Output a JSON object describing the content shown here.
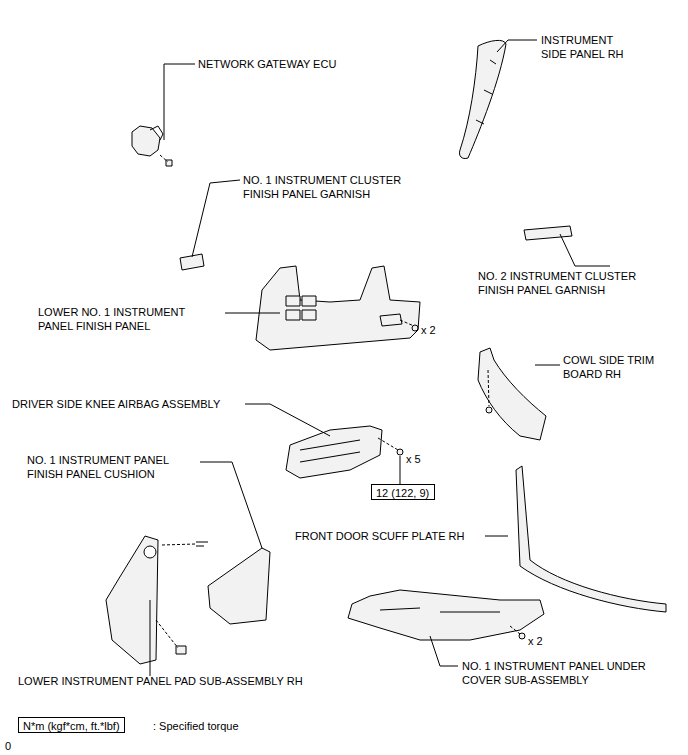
{
  "diagram": {
    "nodes": [
      {
        "text": [
          "12 (122, 9)"
        ]
      },
      {
        "text": [
          "N*m (kgf*cm, ft.*lbf)"
        ]
      }
    ],
    "labels": [
      "NETWORK GATEWAY ECU",
      "INSTRUMENT SIDE PANEL RH",
      "NO. 1 INSTRUMENT CLUSTER FINISH PANEL GARNISH",
      "NO. 2 INSTRUMENT CLUSTER FINISH PANEL GARNISH",
      "LOWER NO. 1 INSTRUMENT PANEL FINISH PANEL",
      "x 2",
      "COWL SIDE TRIM BOARD RH",
      "DRIVER SIDE KNEE AIRBAG ASSEMBLY",
      "x 5",
      "NO. 1 INSTRUMENT PANEL FINISH PANEL CUSHION",
      "FRONT DOOR SCUFF PLATE RH",
      "x 2",
      "LOWER INSTRUMENT PANEL PAD SUB-ASSEMBLY RH",
      "NO. 1 INSTRUMENT PANEL UNDER COVER SUB-ASSEMBLY",
      ": Specified torque",
      "0"
    ]
  }
}
